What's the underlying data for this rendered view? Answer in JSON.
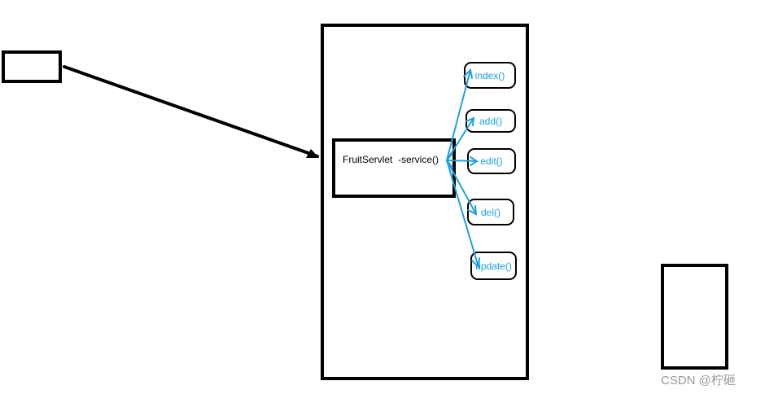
{
  "diagram": {
    "servlet_label": "FruitServlet  -service()",
    "methods": [
      "index()",
      "add()",
      "edit()",
      "del()",
      "update()"
    ]
  },
  "watermark": "CSDN @柠砸",
  "colors": {
    "outline": "#000000",
    "method_text": "#1ba1e2",
    "connector": "#1ba1e2",
    "watermark": "#9a9a9a"
  }
}
